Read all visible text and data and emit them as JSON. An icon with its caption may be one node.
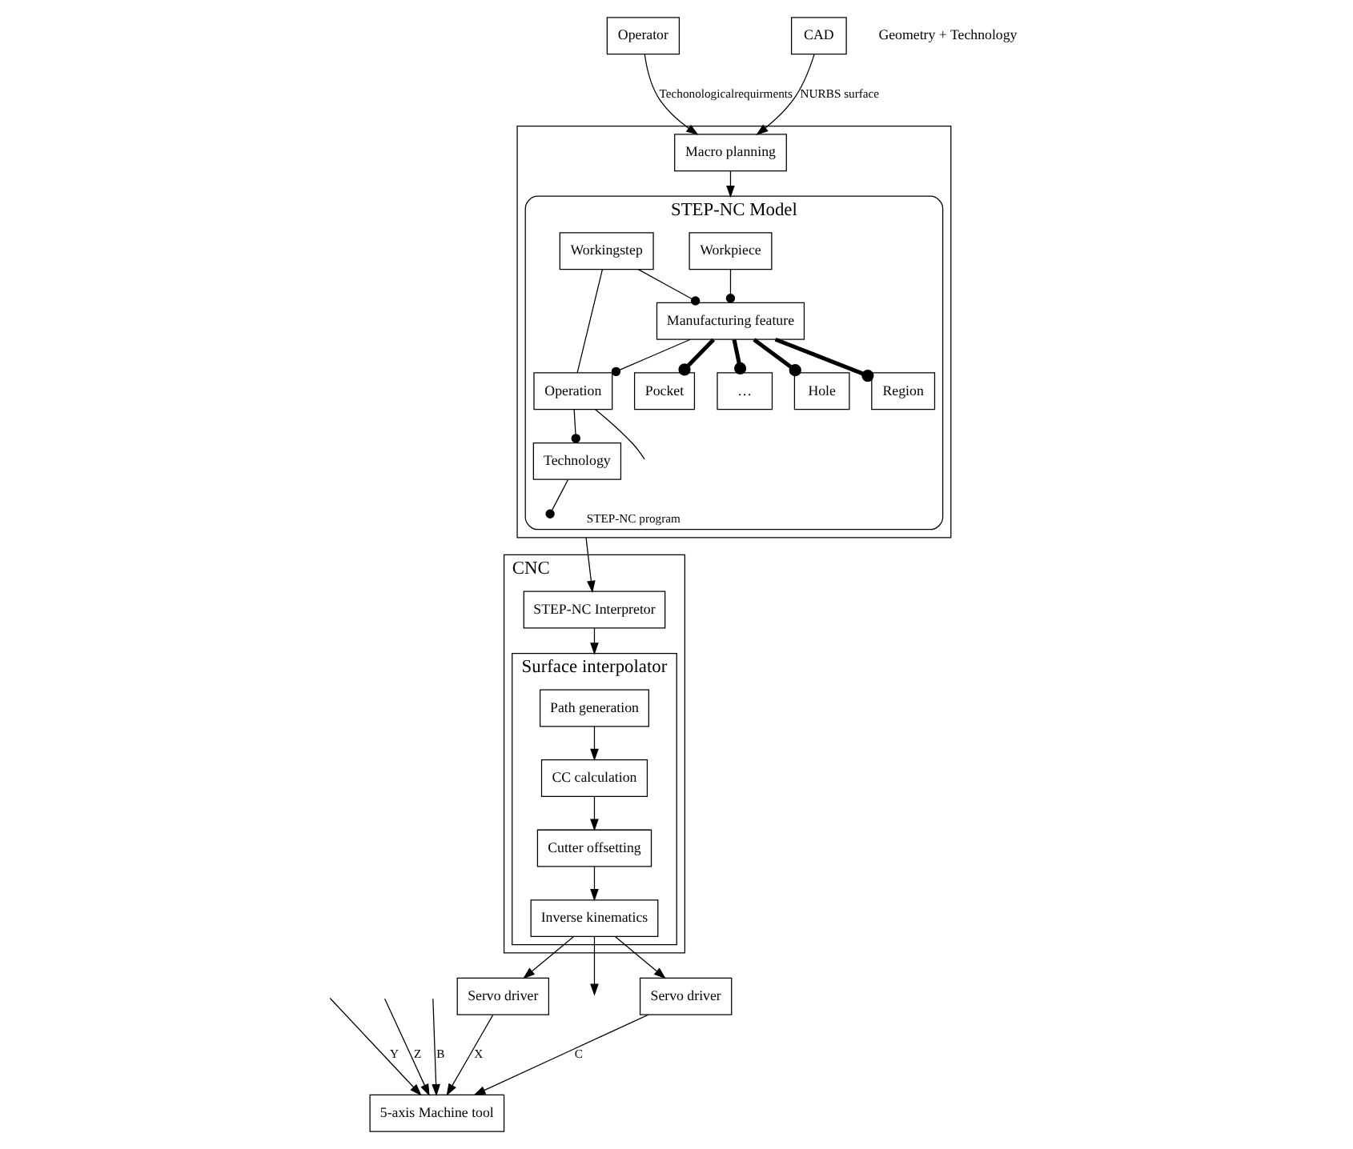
{
  "diagram": {
    "nodes": [
      {
        "text": [],
        "shape": "box"
      },
      {
        "text": [
          "STEP-NC Model"
        ],
        "in": 0
      },
      {
        "text": [
          "Workpiece"
        ],
        "in": 1
      },
      {
        "text": [
          "Manufacturing feature"
        ],
        "in": 1
      },
      {
        "text": [
          "Workingstep"
        ],
        "in": 1
      },
      {
        "text": [
          "Operation"
        ],
        "in": 1
      },
      {
        "text": [
          "Pocket"
        ],
        "in": 1
      },
      {
        "text": [
          "…"
        ],
        "in": 1
      },
      {
        "text": [
          "Hole"
        ],
        "in": 1
      },
      {
        "text": [
          "Region"
        ],
        "in": 1
      },
      {
        "text": [
          "Technology"
        ],
        "in": 1
      },
      {
        "text": [
          "Macro planning"
        ],
        "in": 0
      },
      {
        "text": [
          "Operator"
        ]
      },
      {
        "text": [
          "CAD"
        ]
      },
      {
        "text": [
          "CNC"
        ]
      },
      {
        "text": [
          "STEP-NC Interpretor"
        ],
        "in": 14
      },
      {
        "text": [
          "Surface interpolator"
        ],
        "in": 14
      },
      {
        "text": [
          "Path generation"
        ],
        "in": 16
      },
      {
        "text": [
          "CC calculation"
        ],
        "in": 16
      },
      {
        "text": [
          "Cutter offsetting"
        ],
        "in": 16
      },
      {
        "text": [
          "Inverse kinematics"
        ],
        "in": 16
      },
      {
        "text": [
          "Servo driver"
        ]
      },
      {
        "text": [
          "Servo driver"
        ]
      },
      {
        "text": [
          "5-axis Machine tool"
        ]
      }
    ],
    "edges": [
      {
        "from": 2,
        "to": 3,
        "arrow": "other"
      },
      {
        "from": 4,
        "to": 3,
        "arrow": "other"
      },
      {
        "from": 4,
        "to": 5,
        "arrow": "none"
      },
      {
        "from": 3,
        "to": 5,
        "arrow": "other"
      },
      {
        "from": 3,
        "to": 6,
        "arrow": "other",
        "style": "thick"
      },
      {
        "from": 3,
        "to": 7,
        "arrow": "other",
        "style": "thick"
      },
      {
        "from": 3,
        "to": 8,
        "arrow": "other",
        "style": "thick"
      },
      {
        "from": 3,
        "to": 9,
        "arrow": "other",
        "style": "thick"
      },
      {
        "from": 5,
        "to": 10,
        "arrow": "other"
      },
      {
        "from": 10,
        "to": null,
        "arrow": "other"
      },
      {
        "from": 5,
        "to": null,
        "arrow": "none"
      },
      {
        "from": 12,
        "to": 11,
        "arrow": "to",
        "label": "Techonologicalrequirments"
      },
      {
        "from": 13,
        "to": 11,
        "arrow": "to",
        "label": "NURBS surface"
      },
      {
        "from": 11,
        "to": 1,
        "arrow": "to"
      },
      {
        "from": 0,
        "to": 15,
        "arrow": "to",
        "label": "STEP-NC program"
      },
      {
        "from": 15,
        "to": 16,
        "arrow": "to"
      },
      {
        "from": 17,
        "to": 18,
        "arrow": "to"
      },
      {
        "from": 18,
        "to": 19,
        "arrow": "to"
      },
      {
        "from": 19,
        "to": 20,
        "arrow": "to"
      },
      {
        "from": 20,
        "to": 21,
        "arrow": "to"
      },
      {
        "from": 20,
        "to": null,
        "arrow": "to"
      },
      {
        "from": 20,
        "to": 22,
        "arrow": "to"
      },
      {
        "from": 21,
        "to": 23,
        "arrow": "to",
        "label": "X"
      },
      {
        "from": null,
        "to": 23,
        "arrow": "to",
        "label": "Y"
      },
      {
        "from": null,
        "to": 23,
        "arrow": "to",
        "label": "Z"
      },
      {
        "from": null,
        "to": 23,
        "arrow": "to",
        "label": "B"
      },
      {
        "from": 22,
        "to": 23,
        "arrow": "to",
        "label": "C"
      }
    ],
    "labels": [
      "Geometry + Technology"
    ]
  }
}
